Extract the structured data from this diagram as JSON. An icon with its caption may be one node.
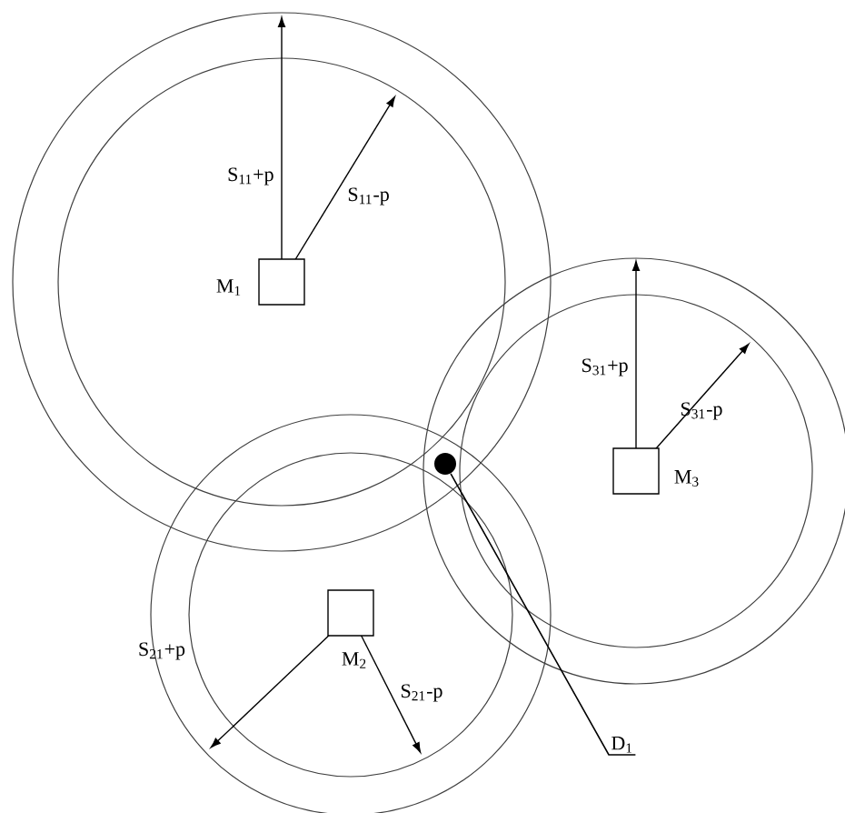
{
  "diagram": {
    "nodes": [
      {
        "text": [],
        "shape": "box",
        "beside": [
          "M$_{1}$"
        ]
      },
      {
        "text": [],
        "shape": "box",
        "beside": [
          "M$_{3}$"
        ]
      },
      {
        "text": [],
        "shape": "circle"
      },
      {
        "text": [],
        "shape": "box",
        "beside": [
          "M$_{2}$"
        ]
      },
      {
        "text": [
          "D$_{1}$"
        ]
      }
    ],
    "edges": [
      {
        "from": 4,
        "to": 2,
        "arrow": "none"
      }
    ],
    "labels": [
      "S$_{11}$+p",
      "S$_{11}$-p",
      "S$_{31}$+p",
      "S$_{31}$-p",
      "S$_{21}$+p",
      "S$_{21}$-p"
    ]
  }
}
